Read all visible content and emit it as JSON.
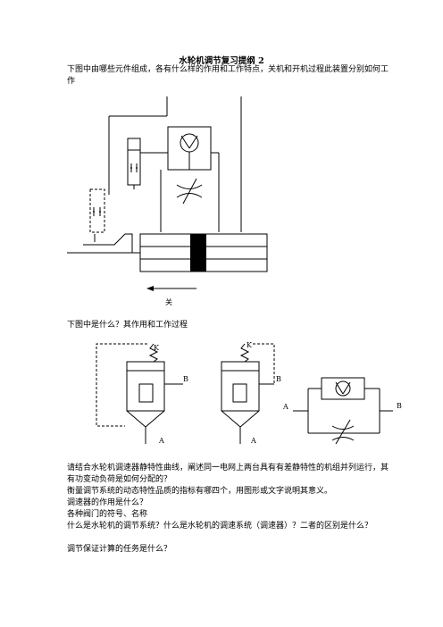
{
  "title": "水轮机调节复习提纲 2",
  "q1": "下图中由哪些元件组成，各有什么样的作用和工作特点，关机和开机过程此装置分别如何工作",
  "fig1": {
    "arrow_label": "关"
  },
  "q2": "下图中是什么？其作用和工作过程",
  "fig2": {
    "k1": "K",
    "k2": "K",
    "b1": "B",
    "b2": "B",
    "b3": "B",
    "a1": "A",
    "a2": "A",
    "a3": "A"
  },
  "lines": [
    "请结合水轮机调速器静特性曲线，阐述同一电网上两台具有有差静特性的机组并列运行，其有功变动负荷是如何分配的？",
    "衡量调节系统的动态特性品质的指标有哪四个，用图形或文字说明其意义。",
    "调速器的作用是什么？",
    "各种阀门的符号、名称",
    "什么是水轮机的调节系统？什么是水轮机的调速系统（调速器）？二者的区别是什么？",
    "调节保证计算的任务是什么？"
  ]
}
